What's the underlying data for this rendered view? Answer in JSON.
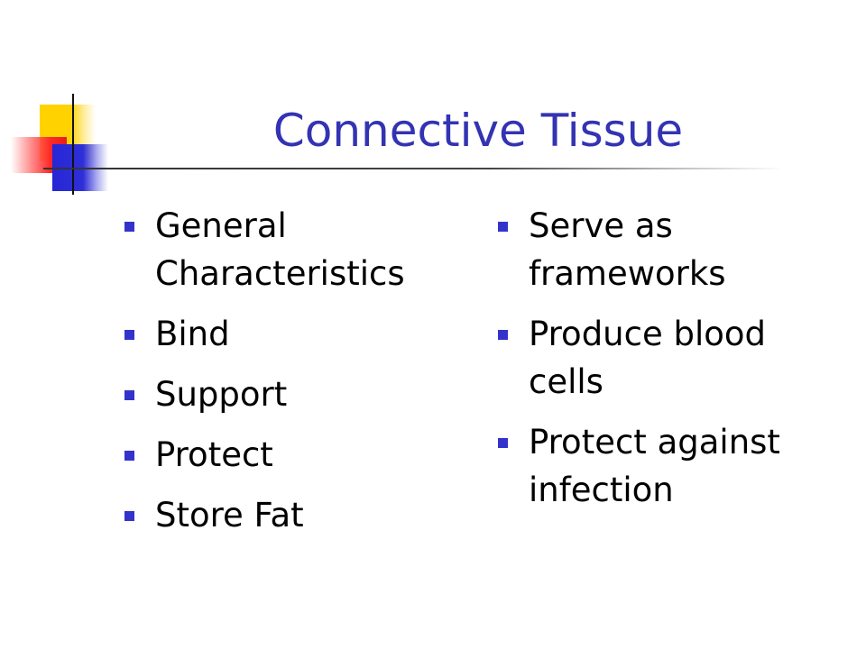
{
  "slide": {
    "title": "Connective Tissue",
    "accent_color": "#3333b3",
    "left_column": [
      {
        "label": "General Characteristics"
      },
      {
        "label": "Bind"
      },
      {
        "label": "Support"
      },
      {
        "label": "Protect"
      },
      {
        "label": "Store Fat"
      }
    ],
    "right_column": [
      {
        "label": "Serve as frameworks"
      },
      {
        "label": "Produce blood cells"
      },
      {
        "label": "Protect against infection"
      }
    ],
    "bullet_icon": "square-bullet-icon"
  }
}
